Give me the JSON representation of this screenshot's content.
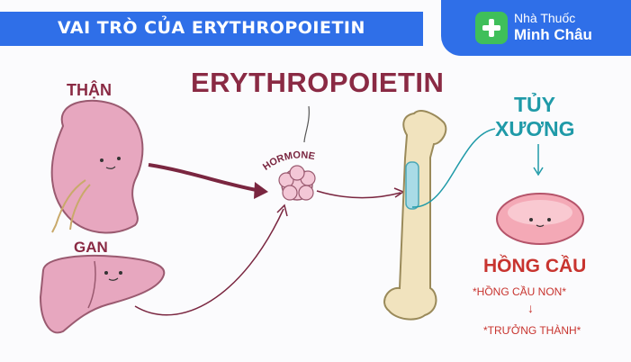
{
  "header": {
    "title": "VAI TRÒ CỦA ERYTHROPOIETIN",
    "brand_line1": "Nhà Thuốc",
    "brand_line2": "Minh Châu"
  },
  "labels": {
    "kidney": "THẬN",
    "liver": "GAN",
    "hormone_name": "ERYTHROPOIETIN",
    "hormone": "HORMONE",
    "bone_marrow_line1": "TỦY",
    "bone_marrow_line2": "XƯƠNG",
    "red_blood_cell": "HỒNG CẦU"
  },
  "notes": {
    "immature": "*HỒNG CẦU NON*",
    "arrow": "↓",
    "mature": "*TRƯỞNG THÀNH*"
  },
  "colors": {
    "brand_blue": "#2f6fe8",
    "brand_green": "#3fbf5a",
    "label_maroon": "#8a2a44",
    "marrow_teal": "#1f9aa8",
    "rbc_red": "#c8342f",
    "organ_pink": "#e7a7bf"
  },
  "icons": {
    "brand": "plus-icon"
  }
}
